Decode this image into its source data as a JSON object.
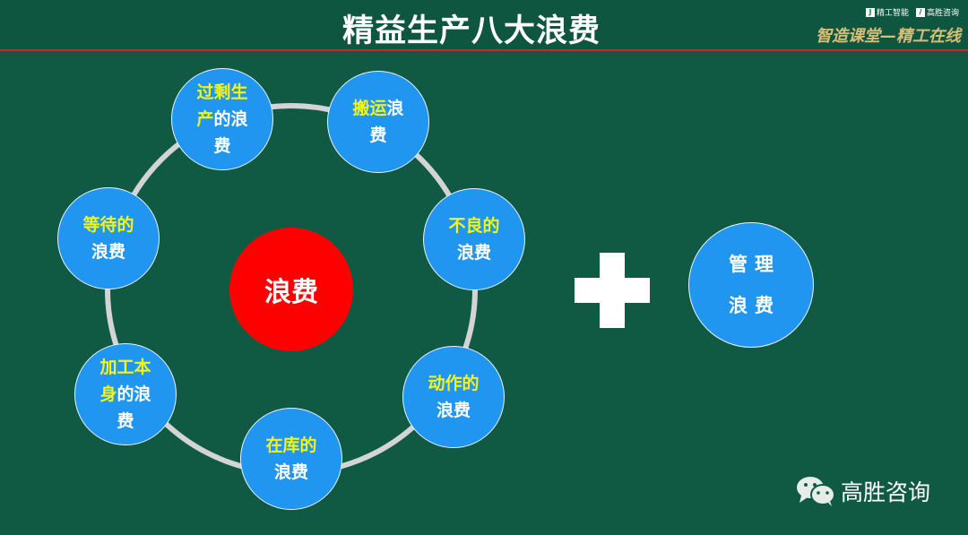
{
  "header": {
    "title": "精益生产八大浪费",
    "logo1": "精工智能",
    "logo2": "高胜咨询",
    "slogan": "智造课堂—精工在线"
  },
  "center": "浪费",
  "nodes": [
    {
      "id": "overproduction",
      "lines": [
        [
          {
            "t": "过剩生",
            "hl": true
          }
        ],
        [
          {
            "t": "产",
            "hl": true
          },
          {
            "t": "的浪",
            "hl": false
          }
        ],
        [
          {
            "t": "费",
            "hl": false
          }
        ]
      ]
    },
    {
      "id": "transport",
      "lines": [
        [
          {
            "t": "搬运",
            "hl": true
          },
          {
            "t": "浪",
            "hl": false
          }
        ],
        [
          {
            "t": "费",
            "hl": false
          }
        ]
      ]
    },
    {
      "id": "defects",
      "lines": [
        [
          {
            "t": "不良的",
            "hl": true
          }
        ],
        [
          {
            "t": "浪费",
            "hl": false
          }
        ]
      ]
    },
    {
      "id": "motion",
      "lines": [
        [
          {
            "t": "动作的",
            "hl": true
          }
        ],
        [
          {
            "t": "浪费",
            "hl": false
          }
        ]
      ]
    },
    {
      "id": "inventory",
      "lines": [
        [
          {
            "t": "在库的",
            "hl": true
          }
        ],
        [
          {
            "t": "浪费",
            "hl": false
          }
        ]
      ]
    },
    {
      "id": "processing",
      "lines": [
        [
          {
            "t": "加工本",
            "hl": true
          }
        ],
        [
          {
            "t": "身",
            "hl": true
          },
          {
            "t": "的浪",
            "hl": false
          }
        ],
        [
          {
            "t": "费",
            "hl": false
          }
        ]
      ]
    },
    {
      "id": "waiting",
      "lines": [
        [
          {
            "t": "等待的",
            "hl": true
          }
        ],
        [
          {
            "t": "浪费",
            "hl": false
          }
        ]
      ]
    }
  ],
  "management": {
    "line1": "管理",
    "line2": "浪费"
  },
  "footer": {
    "brand": "高胜咨询"
  }
}
